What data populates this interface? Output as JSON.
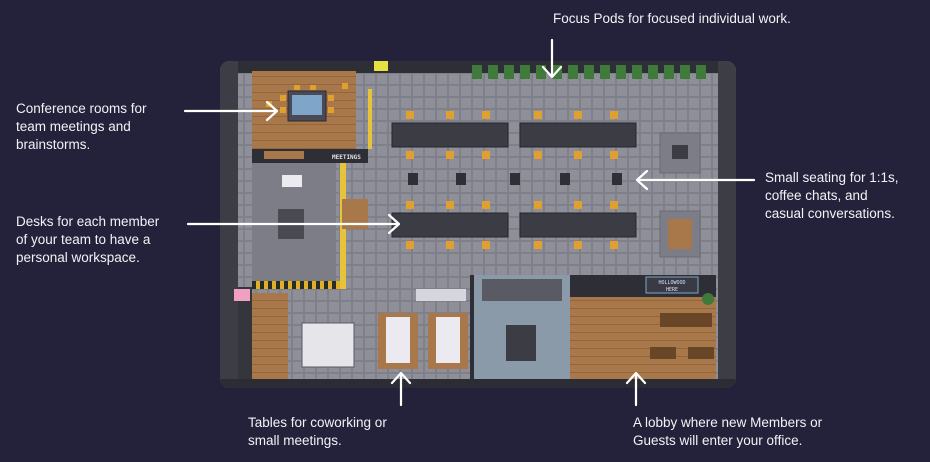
{
  "annotations": {
    "focus_pods": "Focus Pods for focused individual work.",
    "conference": [
      "Conference rooms for",
      "team meetings and",
      "brainstorms."
    ],
    "desks": [
      "Desks for each member",
      "of your team to have a",
      "personal workspace."
    ],
    "seating": [
      "Small seating for 1:1s,",
      "coffee chats, and",
      "casual conversations."
    ],
    "tables": [
      "Tables for coworking or",
      "small meetings."
    ],
    "lobby": [
      "A lobby where new Members or",
      "Guests will enter your office."
    ]
  },
  "map": {
    "meetings_sign": "MEETINGS",
    "lobby_sign": [
      "HOLLOWOOD",
      "HERE"
    ]
  },
  "colors": {
    "background": "#24223a",
    "floor": "#8a8a95",
    "wood_floor": "#a8784a",
    "wall": "#2e2e36",
    "desk": "#3c3c44",
    "chair": "#e0a030",
    "plant": "#3f7a3a",
    "arrow": "#ffffff"
  }
}
